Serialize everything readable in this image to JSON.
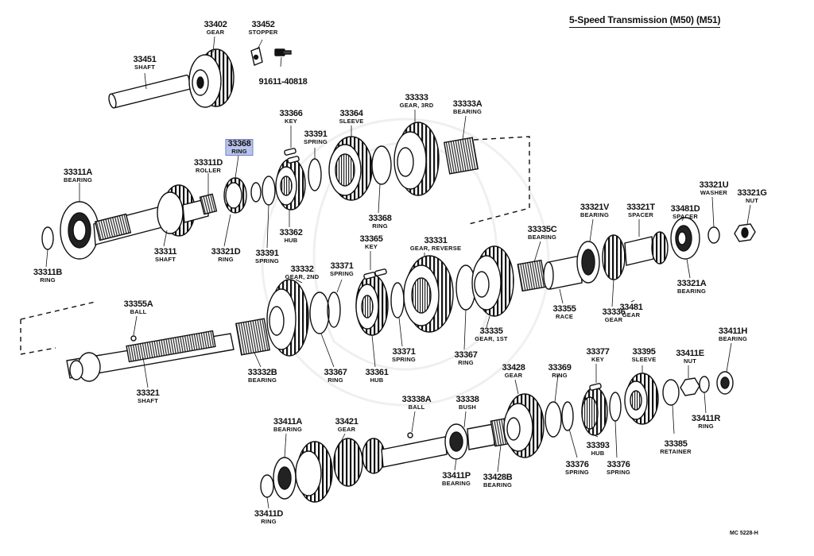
{
  "diagram": {
    "title": "5-Speed Transmission (M50) (M51)",
    "code": "MC 5228-H",
    "highlight_color": "#b9c4ec"
  },
  "callouts": [
    {
      "num": "33402",
      "name": "GEAR"
    },
    {
      "num": "33452",
      "name": "STOPPER"
    },
    {
      "num": "33451",
      "name": "SHAFT"
    },
    {
      "num": "91611-40818",
      "name": ""
    },
    {
      "num": "33366",
      "name": "KEY"
    },
    {
      "num": "33364",
      "name": "SLEEVE"
    },
    {
      "num": "33333",
      "name": "GEAR, 3RD"
    },
    {
      "num": "33333A",
      "name": "BEARING"
    },
    {
      "num": "33368",
      "name": "RING",
      "highlighted": true
    },
    {
      "num": "33391",
      "name": "SPRING"
    },
    {
      "num": "33311A",
      "name": "BEARING"
    },
    {
      "num": "33311D",
      "name": "ROLLER"
    },
    {
      "num": "33368",
      "name": "RING"
    },
    {
      "num": "33362",
      "name": "HUB"
    },
    {
      "num": "33311",
      "name": "SHAFT"
    },
    {
      "num": "33321D",
      "name": "RING"
    },
    {
      "num": "33391",
      "name": "SPRING"
    },
    {
      "num": "33311B",
      "name": "RING"
    },
    {
      "num": "33365",
      "name": "KEY"
    },
    {
      "num": "33331",
      "name": "GEAR, REVERSE"
    },
    {
      "num": "33335C",
      "name": "BEARING"
    },
    {
      "num": "33321V",
      "name": "BEARING"
    },
    {
      "num": "33321T",
      "name": "SPACER"
    },
    {
      "num": "33481D",
      "name": "SPACER"
    },
    {
      "num": "33321U",
      "name": "WASHER"
    },
    {
      "num": "33321G",
      "name": "NUT"
    },
    {
      "num": "33332",
      "name": "GEAR, 2ND"
    },
    {
      "num": "33371",
      "name": "SPRING"
    },
    {
      "num": "33321A",
      "name": "BEARING"
    },
    {
      "num": "33481",
      "name": "GEAR"
    },
    {
      "num": "33355",
      "name": "RACE"
    },
    {
      "num": "33336",
      "name": "GEAR"
    },
    {
      "num": "33355A",
      "name": "BALL"
    },
    {
      "num": "33335",
      "name": "GEAR, 1ST"
    },
    {
      "num": "33371",
      "name": "SPRING"
    },
    {
      "num": "33367",
      "name": "RING"
    },
    {
      "num": "33332B",
      "name": "BEARING"
    },
    {
      "num": "33367",
      "name": "RING"
    },
    {
      "num": "33361",
      "name": "HUB"
    },
    {
      "num": "33321",
      "name": "SHAFT"
    },
    {
      "num": "33411H",
      "name": "BEARING"
    },
    {
      "num": "33377",
      "name": "KEY"
    },
    {
      "num": "33395",
      "name": "SLEEVE"
    },
    {
      "num": "33411E",
      "name": "NUT"
    },
    {
      "num": "33428",
      "name": "GEAR"
    },
    {
      "num": "33369",
      "name": "RING"
    },
    {
      "num": "33338A",
      "name": "BALL"
    },
    {
      "num": "33338",
      "name": "BUSH"
    },
    {
      "num": "33411A",
      "name": "BEARING"
    },
    {
      "num": "33421",
      "name": "GEAR"
    },
    {
      "num": "33411R",
      "name": "RING"
    },
    {
      "num": "33393",
      "name": "HUB"
    },
    {
      "num": "33385",
      "name": "RETAINER"
    },
    {
      "num": "33376",
      "name": "SPRING"
    },
    {
      "num": "33376",
      "name": "SPRING"
    },
    {
      "num": "33411P",
      "name": "BEARING"
    },
    {
      "num": "33428B",
      "name": "BEARING"
    },
    {
      "num": "33411D",
      "name": "RING"
    }
  ]
}
